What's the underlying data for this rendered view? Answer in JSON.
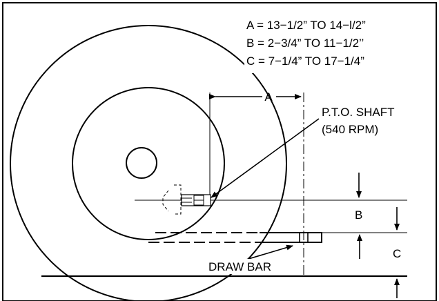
{
  "specs": {
    "a": "A = 13−1/2” TO 14−l/2”",
    "b": "B = 2−3/4” TO 11−1/2’’",
    "c": "C = 7−1/4” TO 17−1/4”"
  },
  "labels": {
    "dim_a": "A",
    "dim_b": "B",
    "dim_c": "C",
    "pto_line1": "P.T.O. SHAFT",
    "pto_line2": "(540 RPM)",
    "draw_bar": "DRAW BAR"
  }
}
